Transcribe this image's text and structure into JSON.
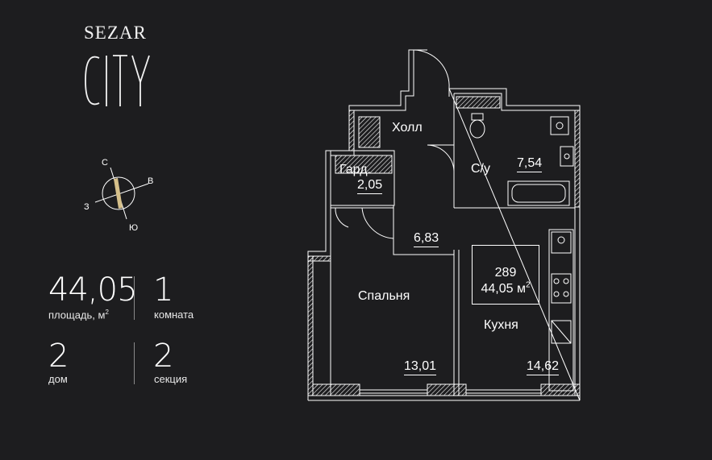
{
  "brand": {
    "top": "SEZAR",
    "bottom": "CITY"
  },
  "compass": {
    "north": "С",
    "east": "В",
    "south": "Ю",
    "west": "З"
  },
  "stats": {
    "area_value": "44,05",
    "area_label": "площадь, м",
    "area_unit_sup": "2",
    "rooms_value": "1",
    "rooms_label": "комната",
    "house_value": "2",
    "house_label": "дом",
    "section_value": "2",
    "section_label": "секция"
  },
  "plan": {
    "rooms": {
      "hall": "Холл",
      "bathroom": "С/у",
      "bathroom_area": "7,54",
      "wardrobe": "Гард.",
      "wardrobe_area": "2,05",
      "hall_area": "6,83",
      "bedroom": "Спальня",
      "bedroom_area": "13,01",
      "kitchen": "Кухня",
      "kitchen_area": "14,62"
    },
    "apartment": {
      "number": "289",
      "area": "44,05 м",
      "area_sup": "2"
    }
  }
}
